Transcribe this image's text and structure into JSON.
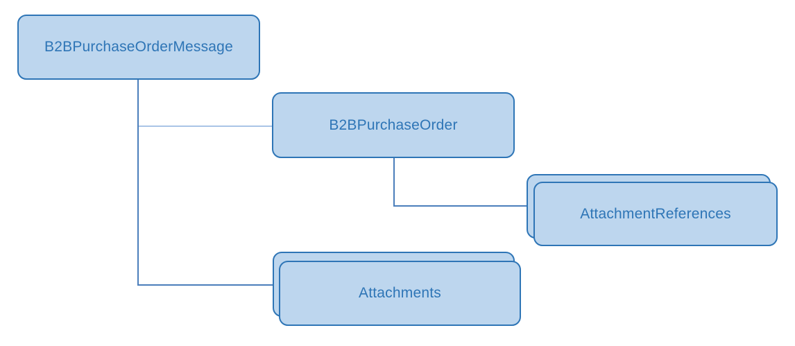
{
  "diagram": {
    "colors": {
      "background": "#ffffff",
      "node_fill": "#bdd6ee",
      "node_border": "#2e75b6",
      "node_text": "#2e75b6",
      "connector": "#4a7ebb",
      "connector_light": "#a9c4e6"
    },
    "nodes": [
      {
        "id": "b2b-purchase-order-message",
        "label": "B2BPurchaseOrderMessage",
        "stacked": false
      },
      {
        "id": "b2b-purchase-order",
        "label": "B2BPurchaseOrder",
        "stacked": false
      },
      {
        "id": "attachment-references",
        "label": "AttachmentReferences",
        "stacked": true
      },
      {
        "id": "attachments",
        "label": "Attachments",
        "stacked": true
      }
    ],
    "edges": [
      {
        "from": "b2b-purchase-order-message",
        "to": "b2b-purchase-order"
      },
      {
        "from": "b2b-purchase-order-message",
        "to": "attachments"
      },
      {
        "from": "b2b-purchase-order",
        "to": "attachment-references"
      }
    ]
  }
}
